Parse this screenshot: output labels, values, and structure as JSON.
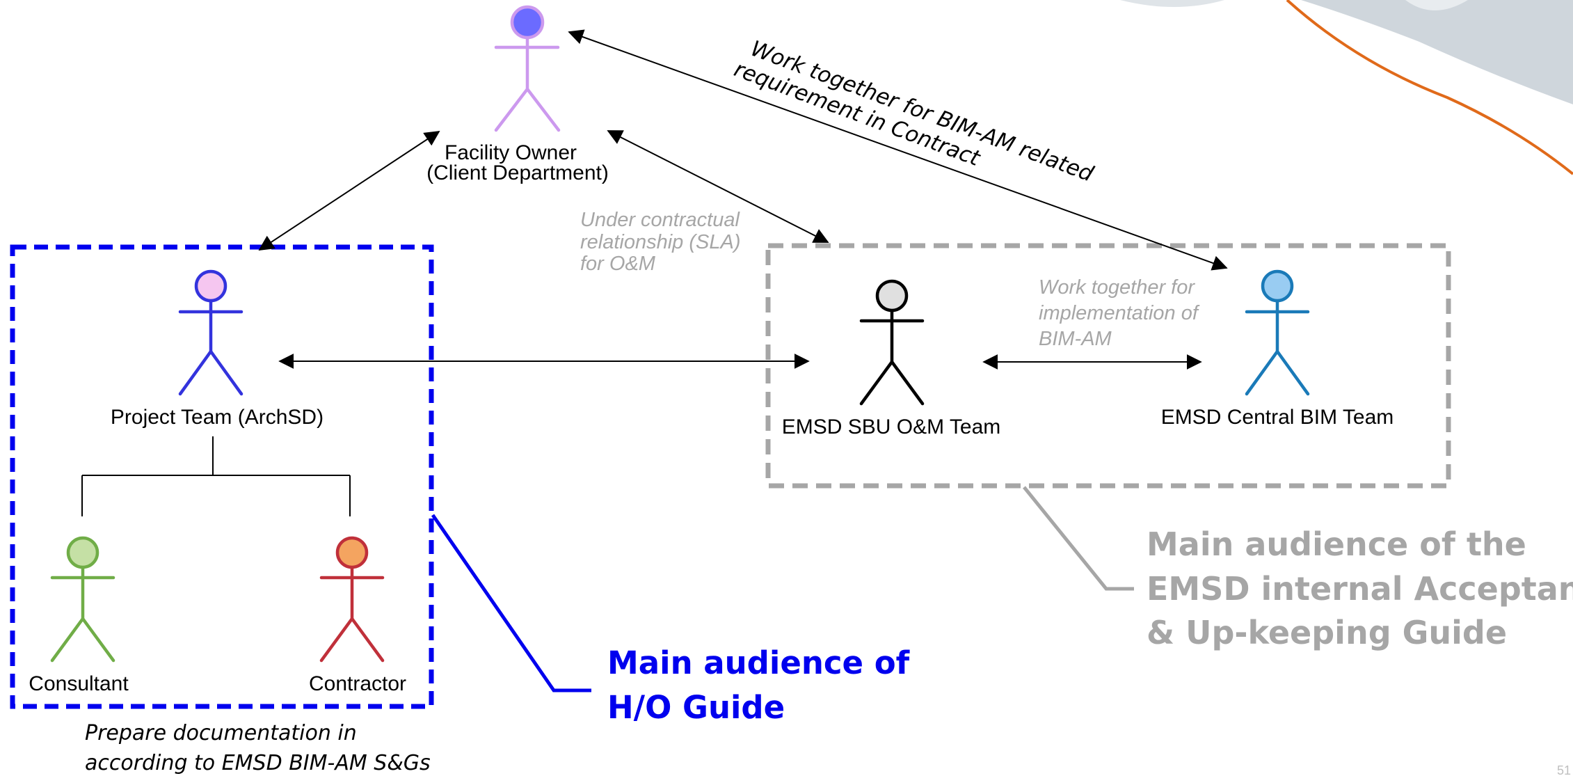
{
  "actors": {
    "facility_owner": {
      "line1": "Facility Owner",
      "line2": "(Client Department)",
      "head_color": "#6b6bff",
      "body_color": "#cc99ee"
    },
    "project_team": {
      "label": "Project Team (ArchSD)",
      "head_color": "#f5c6f0",
      "body_color": "#3333dd"
    },
    "consultant": {
      "label": "Consultant",
      "head_color": "#c5e0a5",
      "body_color": "#70ad47"
    },
    "contractor": {
      "label": "Contractor",
      "head_color": "#f4a460",
      "body_color": "#c0303a"
    },
    "emsd_sbu": {
      "label": "EMSD SBU O&M Team",
      "head_color": "#e0e0e0",
      "body_color": "#000000"
    },
    "emsd_central": {
      "label": "EMSD Central BIM Team",
      "head_color": "#99ccf2",
      "body_color": "#1a7ab8"
    }
  },
  "notes": {
    "contractual": {
      "line1": "Under contractual",
      "line2": "relationship (SLA)",
      "line3": "for O&M"
    },
    "implementation": {
      "line1": "Work together for",
      "line2": "implementation of",
      "line3": "BIM-AM"
    },
    "bim_contract": {
      "line1": "Work together for BIM-AM related",
      "line2": "requirement in Contract"
    },
    "prepare": {
      "line1": "Prepare documentation in",
      "line2": "according to EMSD BIM-AM S&Gs"
    }
  },
  "audiences": {
    "ho_guide": {
      "line1": "Main audience of",
      "line2": "H/O Guide"
    },
    "acceptance": {
      "line1": "Main audience of the",
      "line2": "EMSD internal  Acceptance",
      "line3": "& Up-keeping Guide"
    }
  },
  "page_number": "51",
  "colors": {
    "blue_group": "#0000ee",
    "gray_group": "#a6a6a6",
    "decor_orange": "#e06a1a",
    "decor_gray": "#cfd6dc"
  }
}
